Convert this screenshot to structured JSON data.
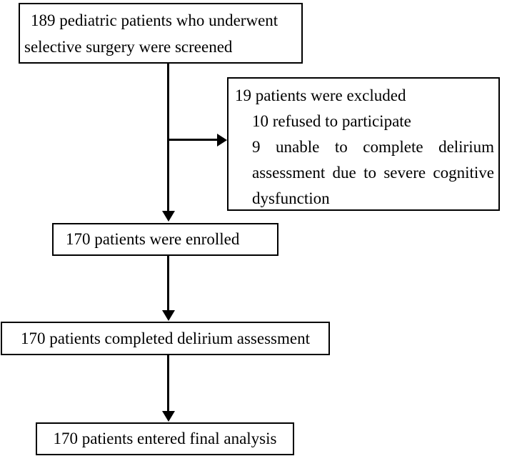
{
  "diagram": {
    "title": "patient-flow-diagram",
    "colors": {
      "background": "#ffffff",
      "line": "#000000",
      "text": "#000000"
    },
    "boxes": {
      "screened": {
        "text": "189 pediatric patients who underwent selective surgery were screened"
      },
      "excluded": {
        "title": "19 patients were excluded",
        "reasons": [
          "10 refused to participate",
          "9 unable to complete delirium assessment due to severe cognitive dysfunction"
        ]
      },
      "enrolled": {
        "text": "170 patients were enrolled"
      },
      "completed": {
        "text": "170 patients completed delirium assessment"
      },
      "final": {
        "text": "170 patients entered final analysis"
      }
    }
  }
}
